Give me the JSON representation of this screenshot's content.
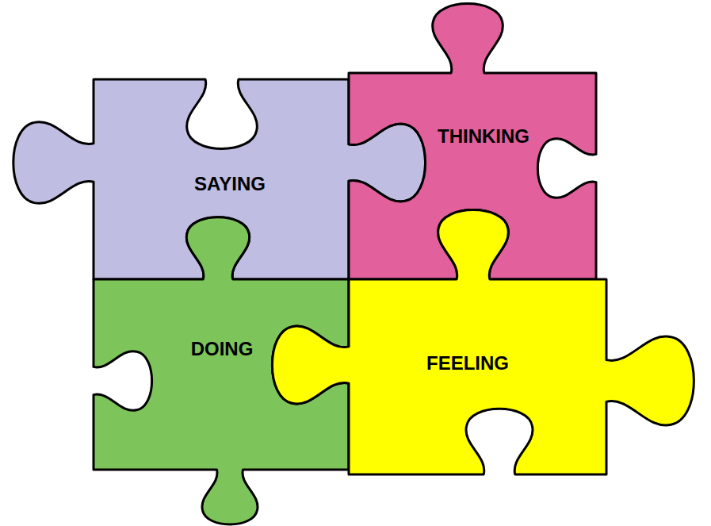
{
  "diagram": {
    "nodes": [
      {
        "text": [
          "SAYING"
        ]
      },
      {
        "text": [
          "THINKING"
        ]
      },
      {
        "text": [
          "DOING"
        ]
      },
      {
        "text": [
          "FEELING"
        ]
      }
    ]
  }
}
